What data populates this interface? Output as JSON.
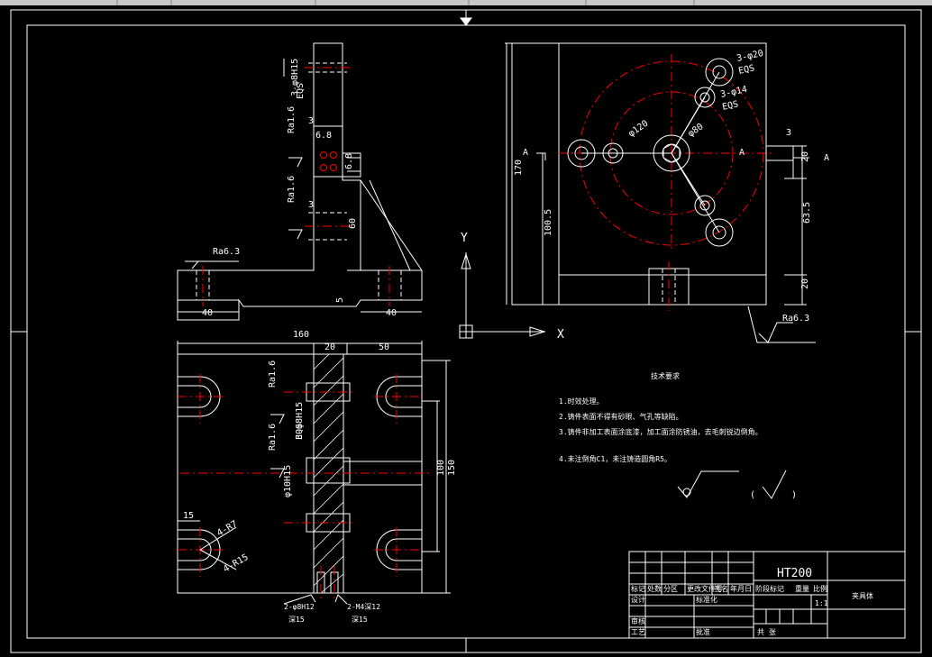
{
  "top_view_dims": {
    "d1": "3-φ8H15",
    "d2": "EQS",
    "d3": "3",
    "d4": "6.8",
    "d5": "6.8",
    "d6": "3",
    "d7": "60",
    "d8": "40",
    "d9": "40",
    "d10": "5"
  },
  "roughness_labels": {
    "ra16_a": "Ra1.6",
    "ra16_b": "Ra1.6",
    "ra63_a": "Ra6.3",
    "ra63_b": "Ra6.3",
    "ra16_c": "Ra1.6",
    "ra16_d": "Ra1.6"
  },
  "axes": {
    "y": "Y",
    "x": "X"
  },
  "right_view_dims": {
    "hole1": "3-φ20",
    "hole1_eqs": "EQS",
    "hole2": "3-φ14",
    "hole2_eqs": "EQS",
    "circle1": "φ120",
    "circle2": "φ80",
    "section_a_left": "A",
    "section_a_right": "A",
    "section_a_tag": "A",
    "dim_170": "170",
    "dim_1005": "100.5",
    "dim_20a": "20",
    "dim_635": "63.5",
    "dim_20b": "20",
    "dim_3": "3"
  },
  "bottom_view_dims": {
    "d160": "160",
    "d20": "20",
    "d50": "50",
    "d100": "100",
    "d150": "150",
    "d15": "15",
    "r7": "4-R7",
    "r15": "4-R15",
    "bolt": "3-φ8H15",
    "bolt_eqs": "EQS",
    "phi10": "φ10H15",
    "pin1": "2-φ8H12",
    "pin1_depth": "深15",
    "pin2": "2-M4深12",
    "pin2_depth": "深15"
  },
  "tech_requirements": {
    "title": "技术要求",
    "items": [
      "1.时效处理。",
      "2.铸件表面不得有砂眼、气孔等缺陷。",
      "3.铸件非加工表面涂底漆，加工面涂防锈油，去毛刺锐边倒角。",
      "4.未注倒角C1，未注铸造圆角R5。"
    ]
  },
  "title_block": {
    "material": "HT200",
    "part_name": "夹具体",
    "scale": "1:1",
    "sheet": "共 张",
    "cells": [
      "标记",
      "处数",
      "分区",
      "更改文件号",
      "签名",
      "年月日",
      "设计",
      "标准化",
      "阶段标记",
      "重量",
      "比例",
      "审核",
      "工艺",
      "批准"
    ]
  },
  "colors": {
    "background": "#000000",
    "lines": "#ffffff",
    "center_lines": "#ff0000"
  }
}
